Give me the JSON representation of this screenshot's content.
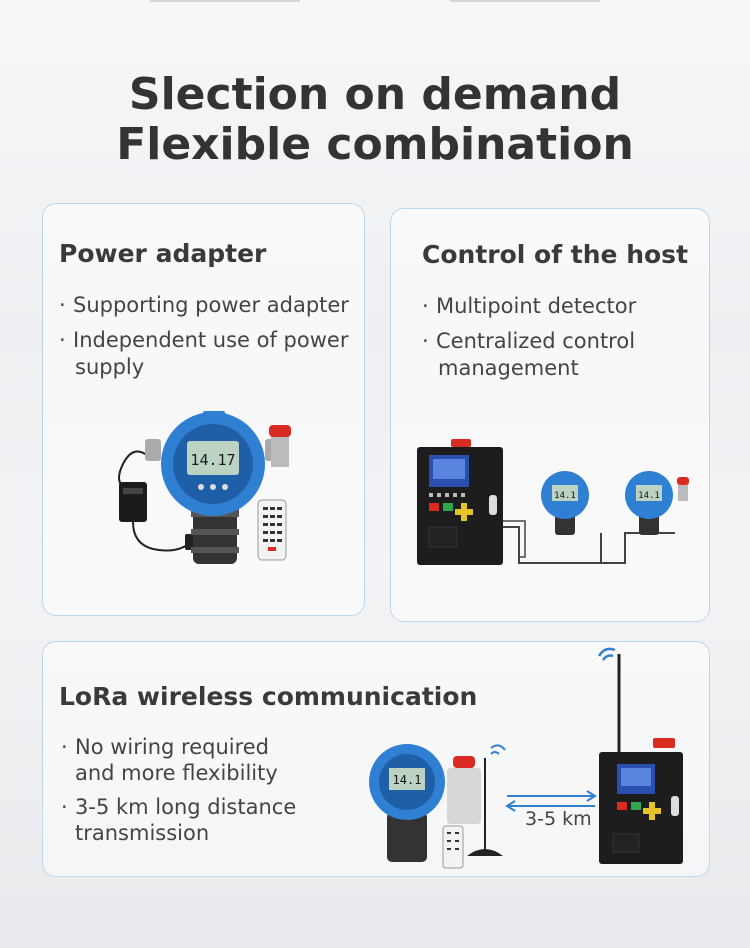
{
  "header": {
    "line1": "Slection on demand",
    "line2": "Flexible combination"
  },
  "cards": {
    "power": {
      "title": "Power adapter",
      "bullets": [
        "Supporting power adapter",
        "Independent use of power",
        "supply"
      ]
    },
    "host": {
      "title": "Control of the host",
      "bullets": [
        "Multipoint detector",
        "Centralized control",
        "management"
      ]
    },
    "lora": {
      "title": "LoRa wireless communication",
      "bullets": [
        "No wiring required",
        "and more flexibility",
        "3-5 km long distance",
        "transmission"
      ],
      "distance": "3-5 km"
    }
  },
  "display": {
    "reading": "14.17"
  },
  "colors": {
    "detector_blue": "#2f7fd3",
    "card_border": "#b9d7ee",
    "alarm_red": "#d92b21"
  }
}
